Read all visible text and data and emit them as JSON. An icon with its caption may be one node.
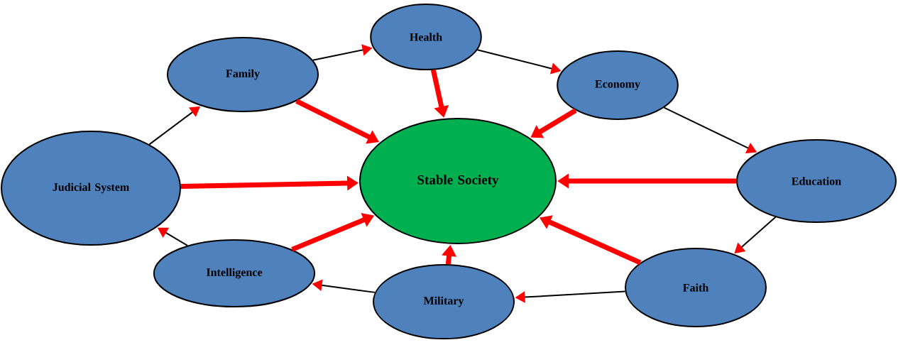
{
  "diagram": {
    "nodes": [
      {
        "text": [
          "Stable Society"
        ]
      },
      {
        "text": [
          "Family"
        ]
      },
      {
        "text": [
          "Health"
        ]
      },
      {
        "text": [
          "Economy"
        ]
      },
      {
        "text": [
          "Education"
        ]
      },
      {
        "text": [
          "Faith"
        ]
      },
      {
        "text": [
          "Military"
        ]
      },
      {
        "text": [
          "Intelligence"
        ]
      },
      {
        "text": [
          "Judicial System"
        ]
      }
    ],
    "edges": [
      {
        "from": 1,
        "to": 2,
        "arrow": "to"
      },
      {
        "from": 2,
        "to": 3,
        "arrow": "to"
      },
      {
        "from": 3,
        "to": 4,
        "arrow": "to"
      },
      {
        "from": 4,
        "to": 5,
        "arrow": "to"
      },
      {
        "from": 5,
        "to": 6,
        "arrow": "to"
      },
      {
        "from": 6,
        "to": 7,
        "arrow": "to"
      },
      {
        "from": 7,
        "to": 8,
        "arrow": "to"
      },
      {
        "from": 8,
        "to": 1,
        "arrow": "to"
      },
      {
        "from": 1,
        "to": 0,
        "arrow": "to",
        "style": "thick",
        "color": "#ff0000"
      },
      {
        "from": 2,
        "to": 0,
        "arrow": "to",
        "style": "thick",
        "color": "#ff0000"
      },
      {
        "from": 3,
        "to": 0,
        "arrow": "to",
        "style": "thick",
        "color": "#ff0000"
      },
      {
        "from": 4,
        "to": 0,
        "arrow": "to",
        "style": "thick",
        "color": "#ff0000"
      },
      {
        "from": 5,
        "to": 0,
        "arrow": "to",
        "style": "thick",
        "color": "#ff0000"
      },
      {
        "from": 6,
        "to": 0,
        "arrow": "to",
        "style": "thick",
        "color": "#ff0000"
      },
      {
        "from": 7,
        "to": 0,
        "arrow": "to",
        "style": "thick",
        "color": "#ff0000"
      },
      {
        "from": 8,
        "to": 0,
        "arrow": "to",
        "style": "thick",
        "color": "#ff0000"
      }
    ]
  }
}
